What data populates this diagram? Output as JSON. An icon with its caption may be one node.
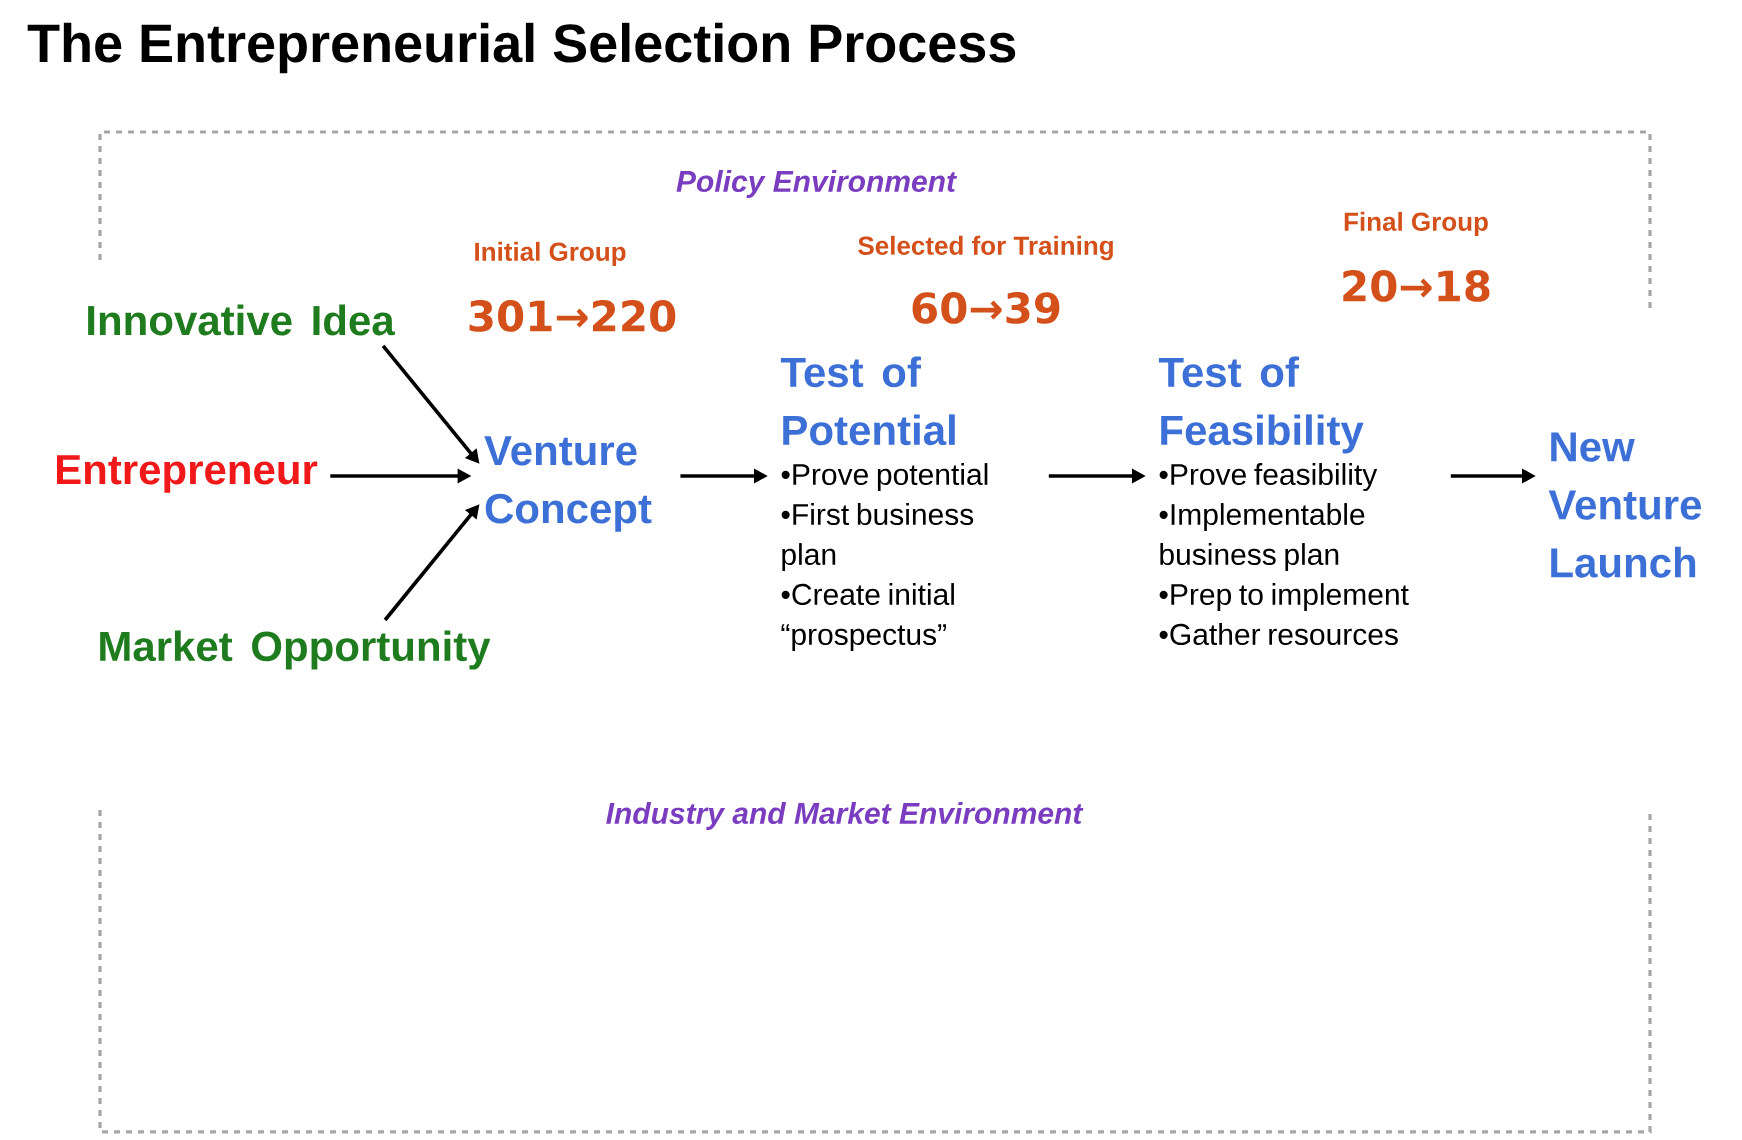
{
  "diagram": {
    "title": "The Entrepreneurial Selection Process",
    "nodes": [
      {
        "text": [
          "Innovative Idea"
        ]
      },
      {
        "text": [
          "Entrepreneur"
        ]
      },
      {
        "text": [
          "Market Opportunity"
        ]
      },
      {
        "text": [
          "Venture Concept"
        ]
      },
      {
        "text": [
          "Test of Potential",
          "•Prove potential",
          "•First business plan",
          "•Create initial “prospectus”"
        ]
      },
      {
        "text": [
          "Test of Feasibility",
          "•Prove feasibility",
          "•Implementable business plan",
          "•Prep to implement",
          "•Gather resources"
        ]
      },
      {
        "text": [
          "New Venture Launch"
        ]
      }
    ],
    "edges": [
      {
        "from": 0,
        "to": 3,
        "arrow": "to"
      },
      {
        "from": 1,
        "to": 3,
        "arrow": "to"
      },
      {
        "from": 2,
        "to": 3,
        "arrow": "to"
      },
      {
        "from": 3,
        "to": 4,
        "arrow": "to"
      },
      {
        "from": 4,
        "to": 5,
        "arrow": "to"
      },
      {
        "from": 5,
        "to": 6,
        "arrow": "to"
      }
    ],
    "labels": [
      "Policy Environment",
      "Initial Group",
      "301→220",
      "Selected for Training",
      "60→39",
      "Final Group",
      "20→18",
      "Industry and Market Environment"
    ]
  }
}
